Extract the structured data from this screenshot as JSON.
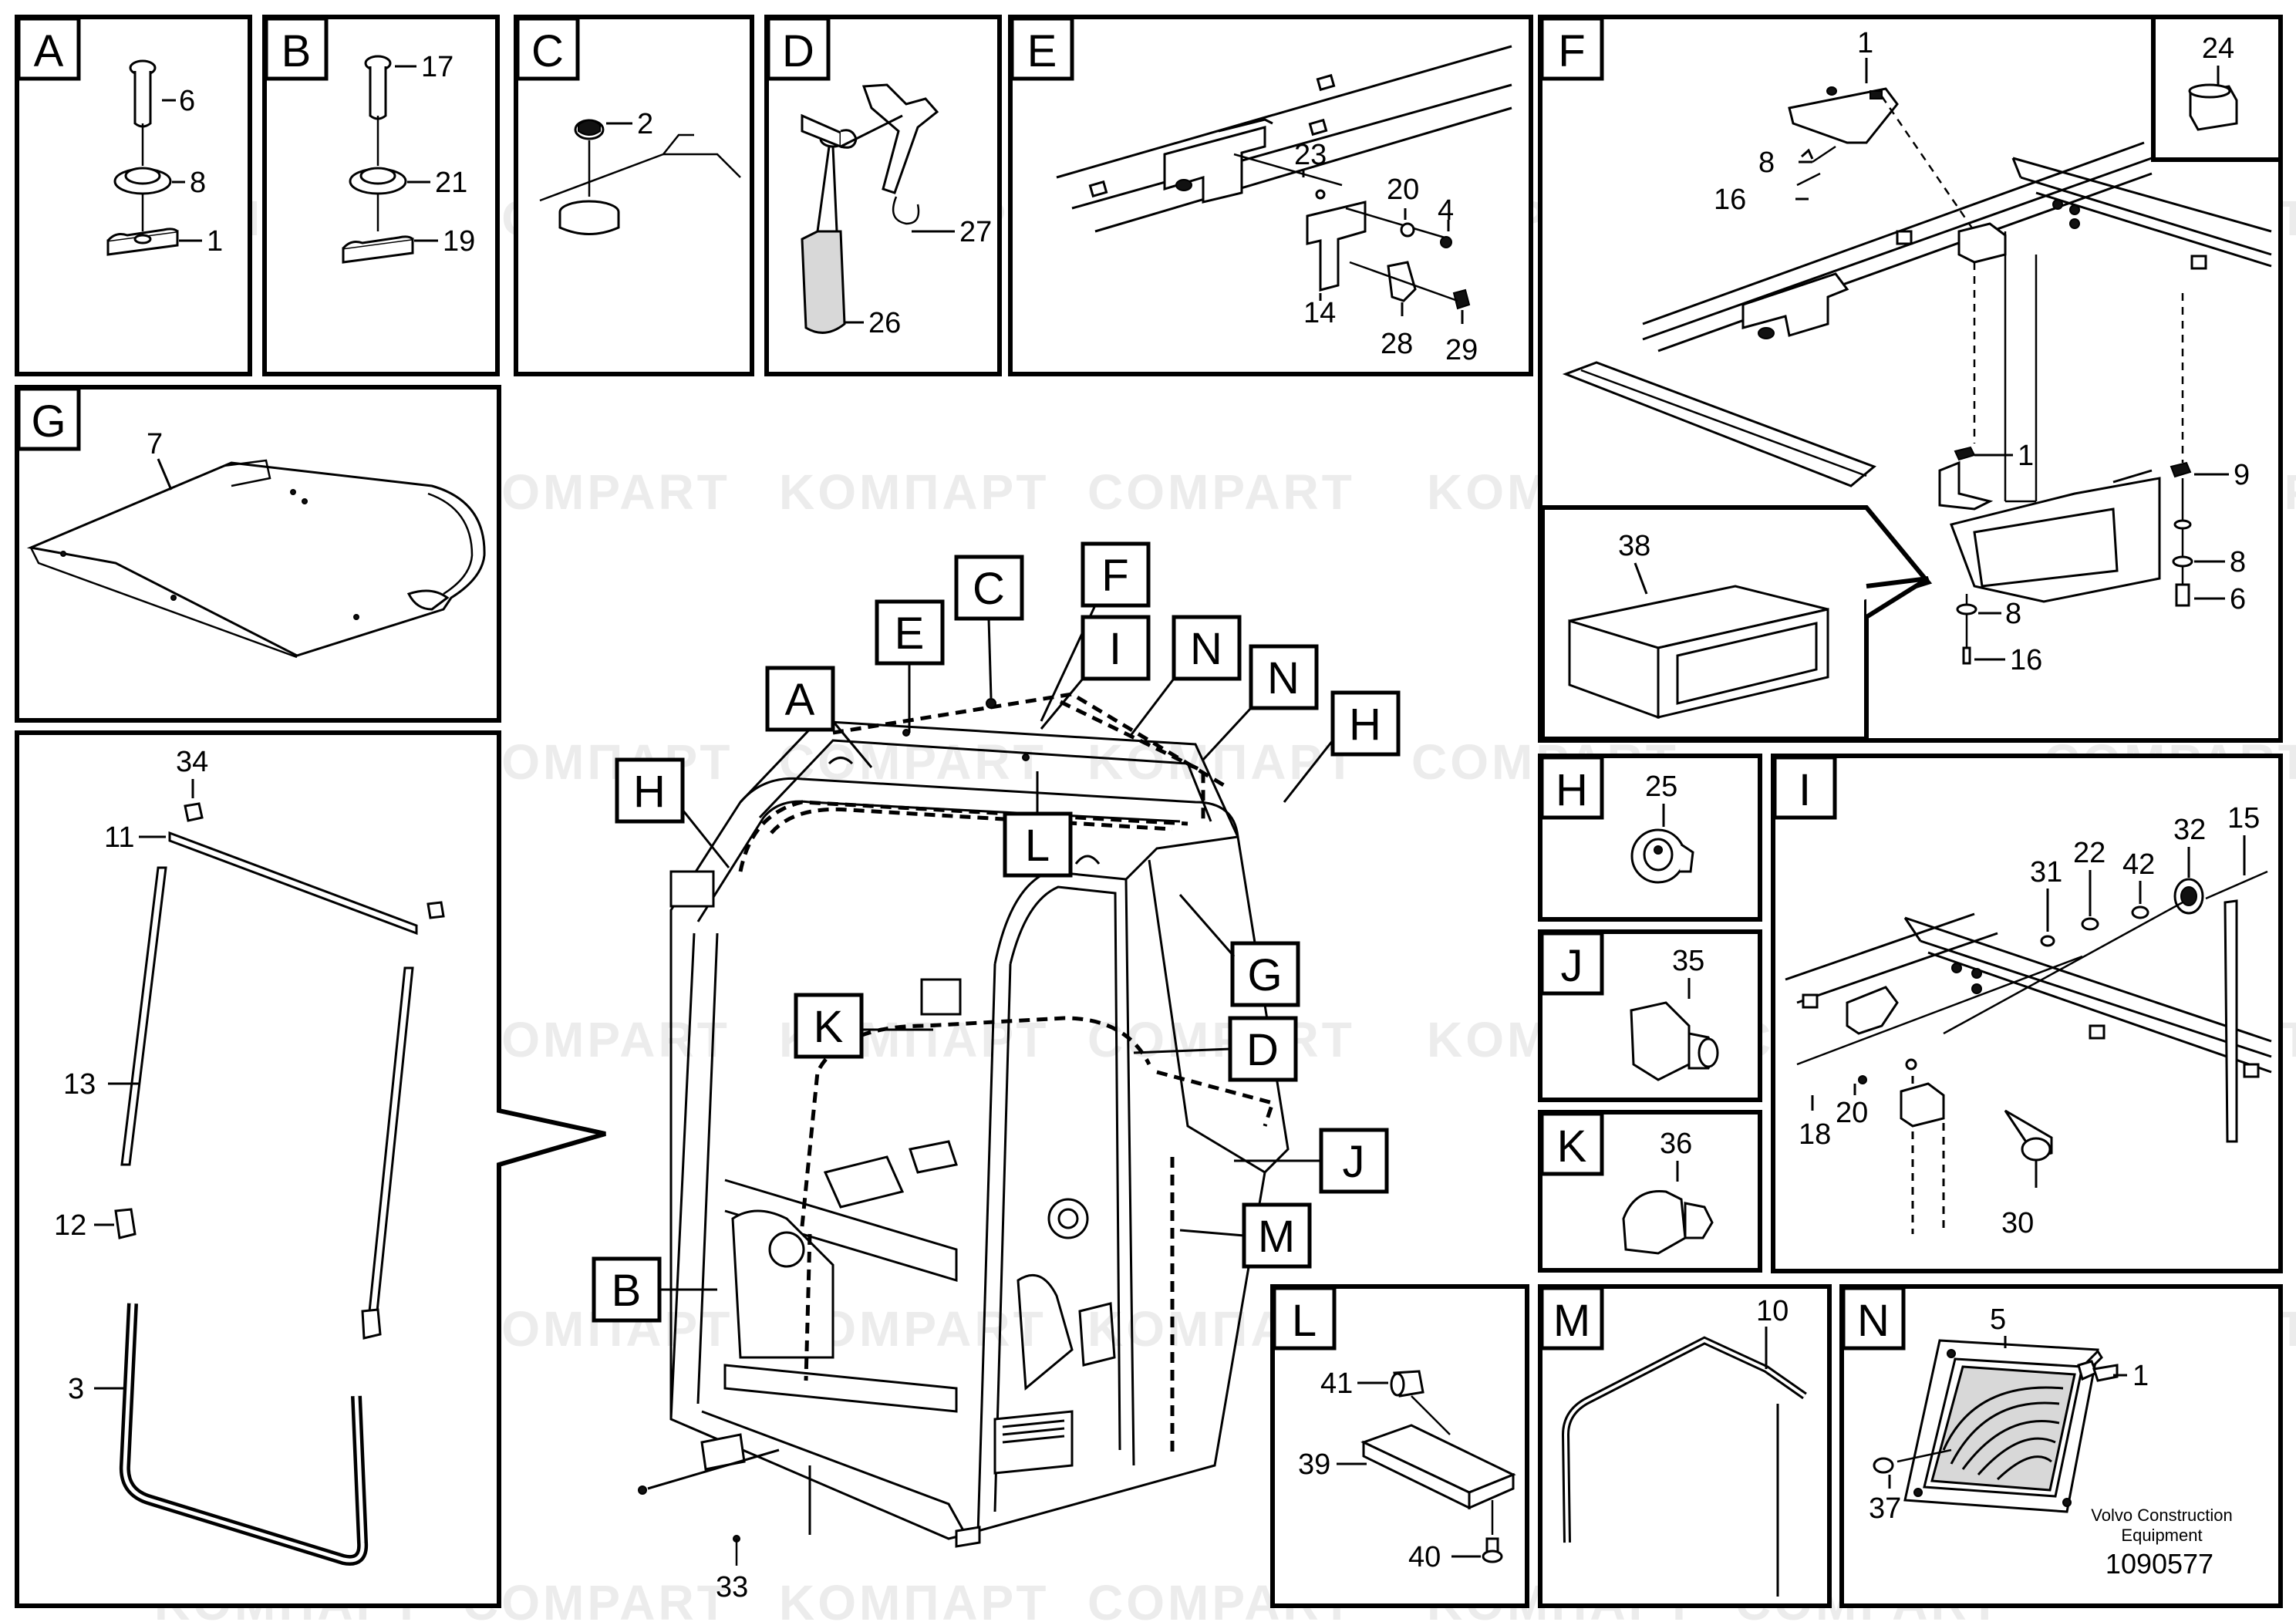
{
  "watermarks": [
    "KOMПАРТ",
    "COMPART"
  ],
  "panels": {
    "A": {
      "label": "A",
      "parts": [
        "6",
        "8",
        "1"
      ]
    },
    "B": {
      "label": "B",
      "parts": [
        "17",
        "21",
        "19"
      ]
    },
    "C": {
      "label": "C",
      "parts": [
        "2"
      ]
    },
    "D": {
      "label": "D",
      "parts": [
        "27",
        "26"
      ]
    },
    "E": {
      "label": "E",
      "parts": [
        "23",
        "20",
        "4",
        "14",
        "28",
        "29"
      ]
    },
    "F": {
      "label": "F",
      "parts": [
        "1",
        "8",
        "16",
        "1",
        "9",
        "8",
        "6",
        "8",
        "16"
      ]
    },
    "F_inset": {
      "label": "24"
    },
    "F_sub": {
      "label": "38"
    },
    "G": {
      "label": "G",
      "parts": [
        "7"
      ]
    },
    "window": {
      "parts": [
        "34",
        "11",
        "13",
        "12",
        "3"
      ]
    },
    "H": {
      "label": "H",
      "parts": [
        "25"
      ]
    },
    "I": {
      "label": "I",
      "parts": [
        "31",
        "22",
        "42",
        "32",
        "15",
        "18",
        "20",
        "30"
      ]
    },
    "J": {
      "label": "J",
      "parts": [
        "35"
      ]
    },
    "K": {
      "label": "K",
      "parts": [
        "36"
      ]
    },
    "L": {
      "label": "L",
      "parts": [
        "41",
        "39",
        "40"
      ]
    },
    "M": {
      "label": "M",
      "parts": [
        "10"
      ]
    },
    "N": {
      "label": "N",
      "parts": [
        "5",
        "1",
        "37"
      ]
    }
  },
  "main_callouts": [
    "A",
    "E",
    "C",
    "F",
    "I",
    "N",
    "N",
    "H",
    "H",
    "L",
    "G",
    "K",
    "D",
    "J",
    "M",
    "B"
  ],
  "main_parts": [
    "33"
  ],
  "brand": {
    "line1": "Volvo Construction",
    "line2": "Equipment",
    "number": "1090577"
  }
}
